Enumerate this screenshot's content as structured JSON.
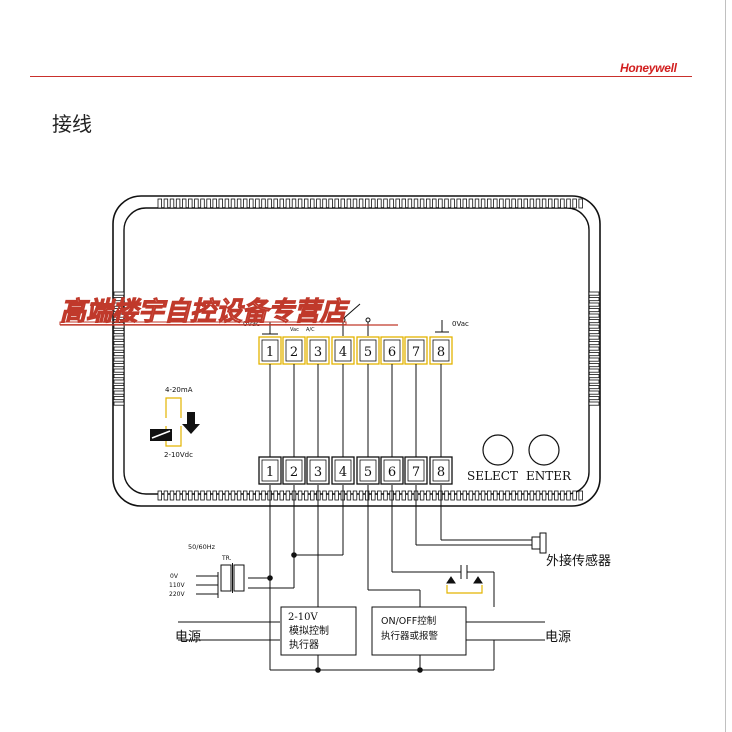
{
  "header": {
    "brand": "Honeywell",
    "title": "接线"
  },
  "watermark": {
    "text": "高端楼宇自控设备专营店",
    "color": "#c0392b"
  },
  "terminals": {
    "numbers": [
      "1",
      "2",
      "3",
      "4",
      "5",
      "6",
      "7",
      "8"
    ],
    "label_0vac_left": "0Vac",
    "label_vac": "Vac",
    "label_ac": "A/C",
    "label_0vac_right": "0Vac"
  },
  "buttons": {
    "select": "SELECT",
    "enter": "ENTER"
  },
  "jumper": {
    "range_ma": "4-20mA",
    "range_vdc": "2-10Vdc"
  },
  "transformer": {
    "freq": "50/60Hz",
    "tag": "TR.",
    "v0": "0V",
    "v110": "110V",
    "v220": "220V"
  },
  "analog_box": {
    "line1": "2-10V",
    "line2": "模拟控制",
    "line3": "执行器"
  },
  "onoff_box": {
    "line1": "ON/OFF控制",
    "line2": "执行器或报警"
  },
  "power_left": "电源",
  "power_right": "电源",
  "sensor": "外接传感器"
}
